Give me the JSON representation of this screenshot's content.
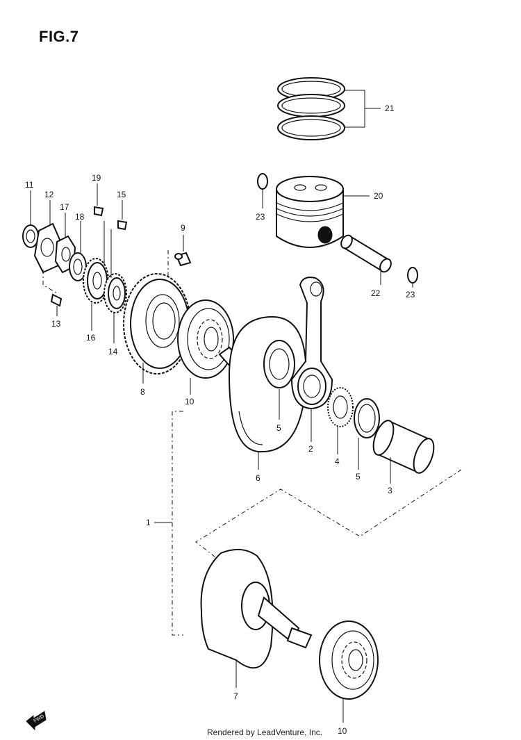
{
  "figure_title": "FIG.7",
  "footer": "Rendered by LeadVenture, Inc.",
  "fwd_label": "FWD",
  "callouts": [
    {
      "id": "c1",
      "label": "1"
    },
    {
      "id": "c2",
      "label": "2"
    },
    {
      "id": "c3",
      "label": "3"
    },
    {
      "id": "c4",
      "label": "4"
    },
    {
      "id": "c5a",
      "label": "5"
    },
    {
      "id": "c5b",
      "label": "5"
    },
    {
      "id": "c6",
      "label": "6"
    },
    {
      "id": "c7",
      "label": "7"
    },
    {
      "id": "c8",
      "label": "8"
    },
    {
      "id": "c9",
      "label": "9"
    },
    {
      "id": "c10a",
      "label": "10"
    },
    {
      "id": "c10b",
      "label": "10"
    },
    {
      "id": "c11",
      "label": "11"
    },
    {
      "id": "c12",
      "label": "12"
    },
    {
      "id": "c13",
      "label": "13"
    },
    {
      "id": "c14",
      "label": "14"
    },
    {
      "id": "c15",
      "label": "15"
    },
    {
      "id": "c16",
      "label": "16"
    },
    {
      "id": "c17",
      "label": "17"
    },
    {
      "id": "c18",
      "label": "18"
    },
    {
      "id": "c19",
      "label": "19"
    },
    {
      "id": "c20",
      "label": "20"
    },
    {
      "id": "c21",
      "label": "21"
    },
    {
      "id": "c22",
      "label": "22"
    },
    {
      "id": "c23a",
      "label": "23"
    },
    {
      "id": "c23b",
      "label": "23"
    }
  ]
}
